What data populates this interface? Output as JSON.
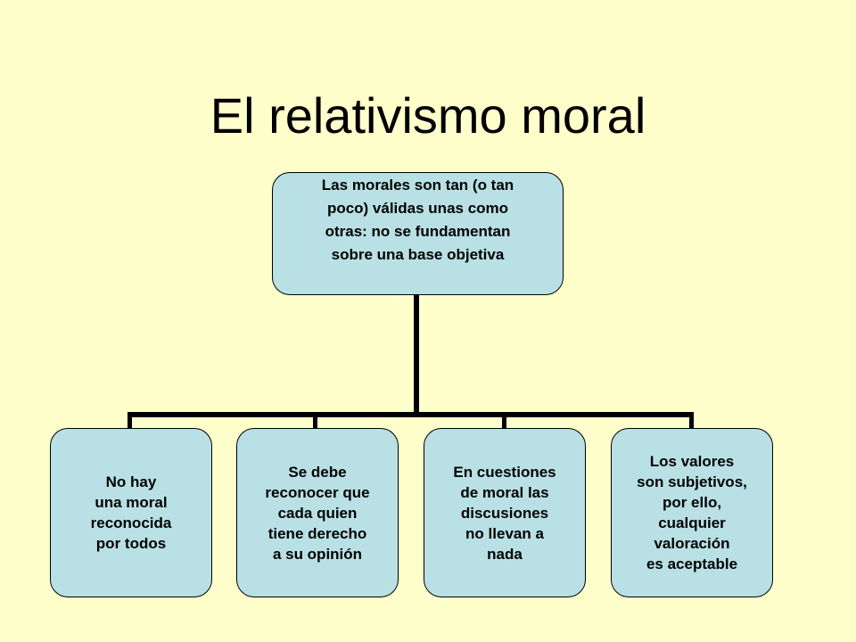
{
  "slide": {
    "title": "El relativismo moral"
  },
  "diagram": {
    "root": {
      "text": "Las morales son tan (o tan\npoco) válidas unas como\notras: no se fundamentan\nsobre una base objetiva"
    },
    "children": [
      {
        "text": "No hay\n una moral\nreconocida\npor todos"
      },
      {
        "text": "Se debe\nreconocer que\ncada quien\ntiene derecho\n a su opinión"
      },
      {
        "text": "En cuestiones\nde moral las\ndiscusiones\n no llevan a\nnada"
      },
      {
        "text": "Los valores\nson subjetivos,\npor ello,\ncualquier\nvaloración\nes aceptable"
      }
    ]
  },
  "colors": {
    "background": "#ffffcc",
    "node_fill": "#b9e0e4",
    "connector": "#000000"
  }
}
